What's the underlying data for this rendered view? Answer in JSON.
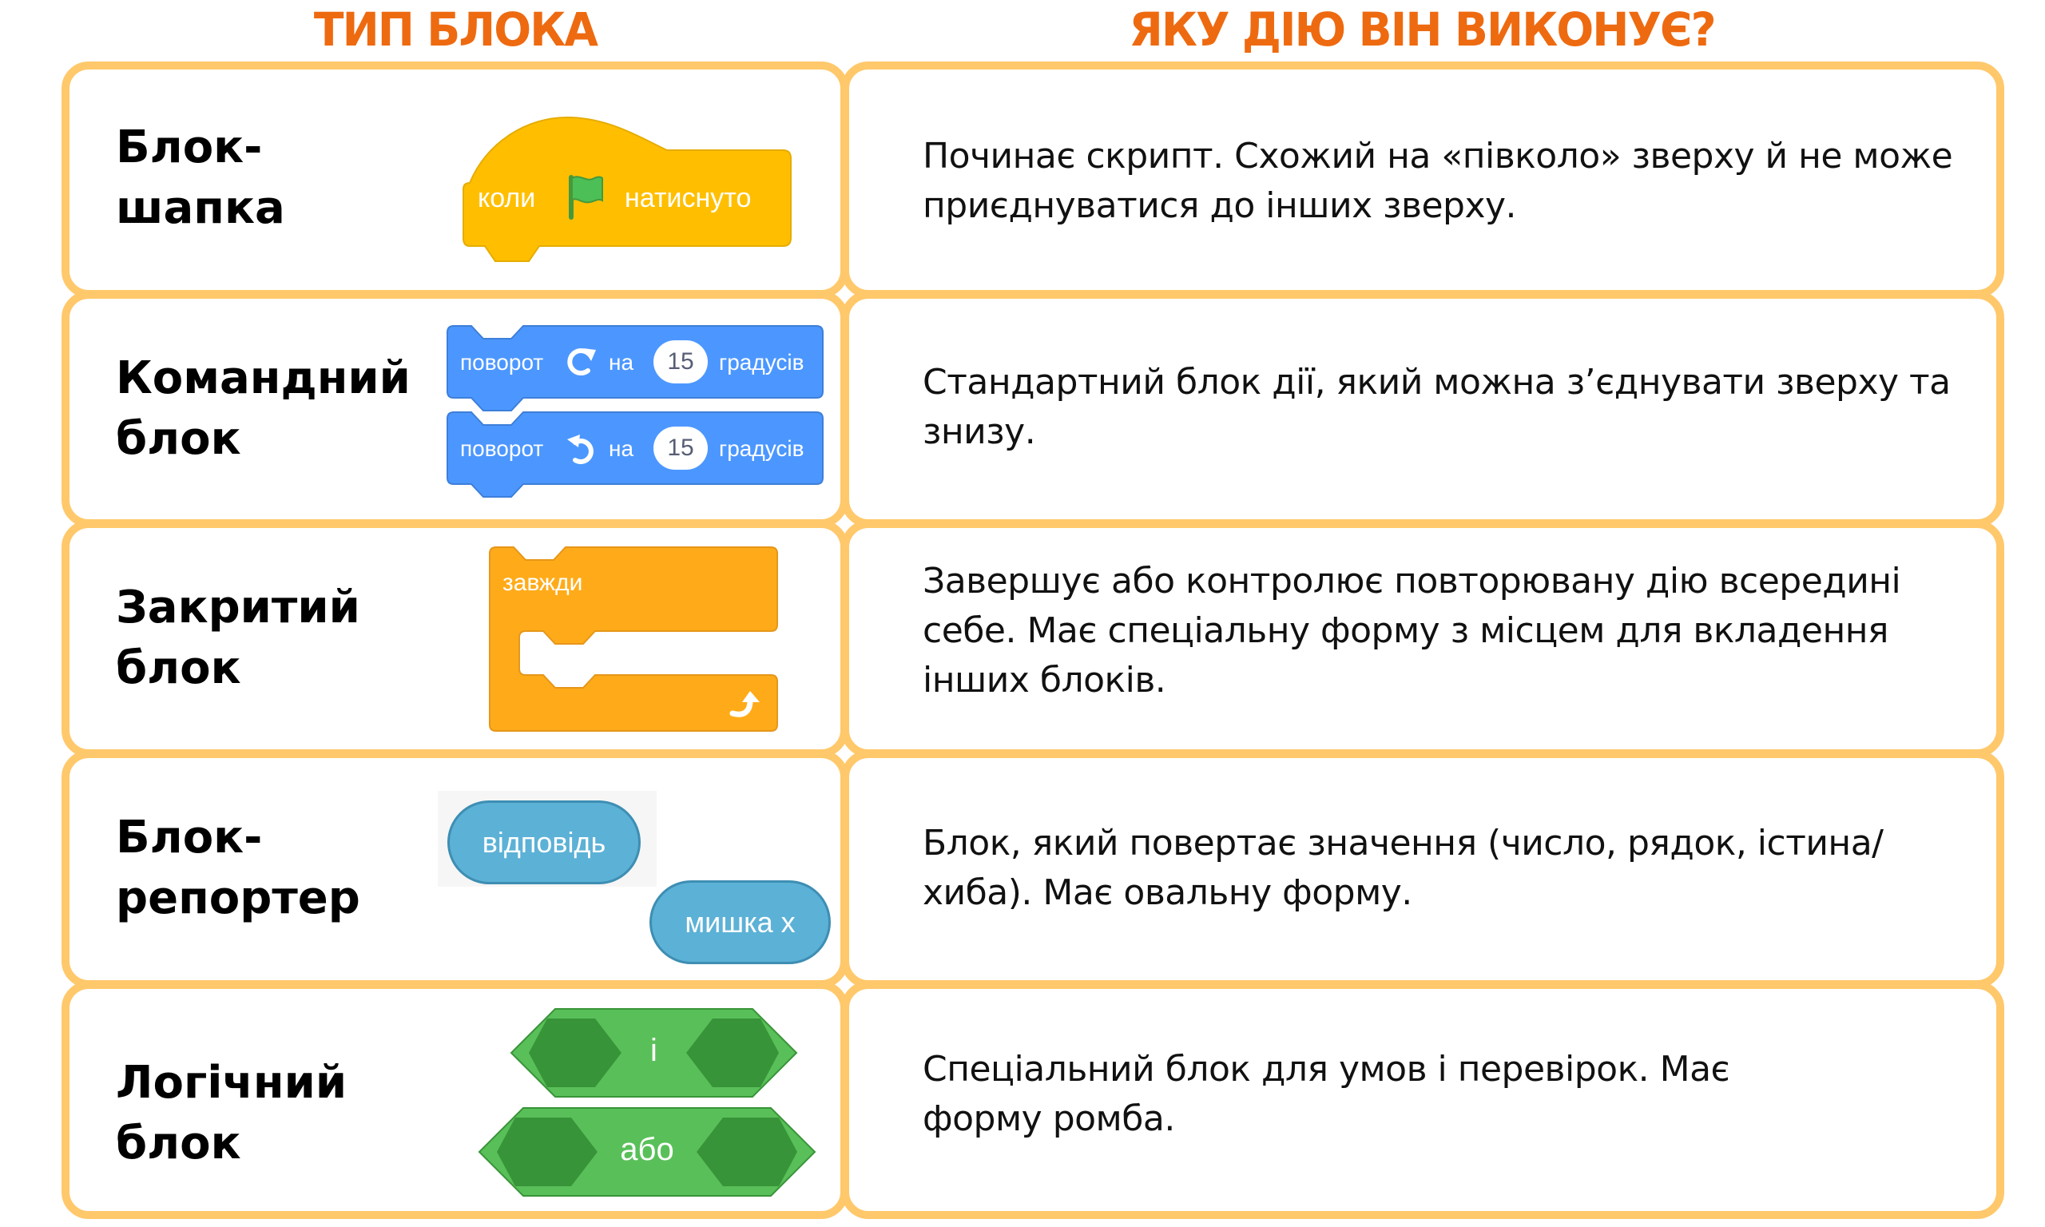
{
  "headers": {
    "type": "ТИП БЛОКА",
    "action": "ЯКУ ДІЮ ВІН ВИКОНУЄ?"
  },
  "colors": {
    "header_orange": "#EE6A10",
    "border_yellow": "#FFC86B",
    "events_yellow": "#FFBF00",
    "motion_blue": "#4C97FF",
    "control_orange": "#FFAB19",
    "sensing_blue": "#5CB1D6",
    "operators_green": "#59C059"
  },
  "rows": [
    {
      "label": "Блок-\nшапка",
      "description": "Починає скрипт. Схожий на «півколо» зверху й не може приєднуватися до інших зверху.",
      "example": {
        "text_before": "коли",
        "icon": "green-flag-icon",
        "text_after": "натиснуто"
      }
    },
    {
      "label": "Командний\nблок",
      "description": "Стандартний блок дії, який можна з’єднувати зверху та знизу.",
      "examples": [
        {
          "text_before": "поворот",
          "icon": "rotate-right-icon",
          "text_mid": "на",
          "value": "15",
          "text_after": "градусів"
        },
        {
          "text_before": "поворот",
          "icon": "rotate-left-icon",
          "text_mid": "на",
          "value": "15",
          "text_after": "градусів"
        }
      ]
    },
    {
      "label": "Закритий\nблок",
      "description": "Завершує або контролює повторювану дію всередині себе. Має спеціальну форму з місцем для вкладення інших блоків.",
      "example": {
        "text": "завжди",
        "icon": "loop-arrow-icon"
      }
    },
    {
      "label": "Блок-\nрепортер",
      "description": "Блок, який повертає значення (число, рядок, істина/хиба). Має овальну форму.",
      "examples": [
        {
          "text": "відповідь"
        },
        {
          "text": "мишка x"
        }
      ]
    },
    {
      "label": "Логічний\nблок",
      "description": "Спеціальний блок для умов і перевірок. Має форму ромба.",
      "examples": [
        {
          "text": "і"
        },
        {
          "text": "або"
        }
      ]
    }
  ]
}
